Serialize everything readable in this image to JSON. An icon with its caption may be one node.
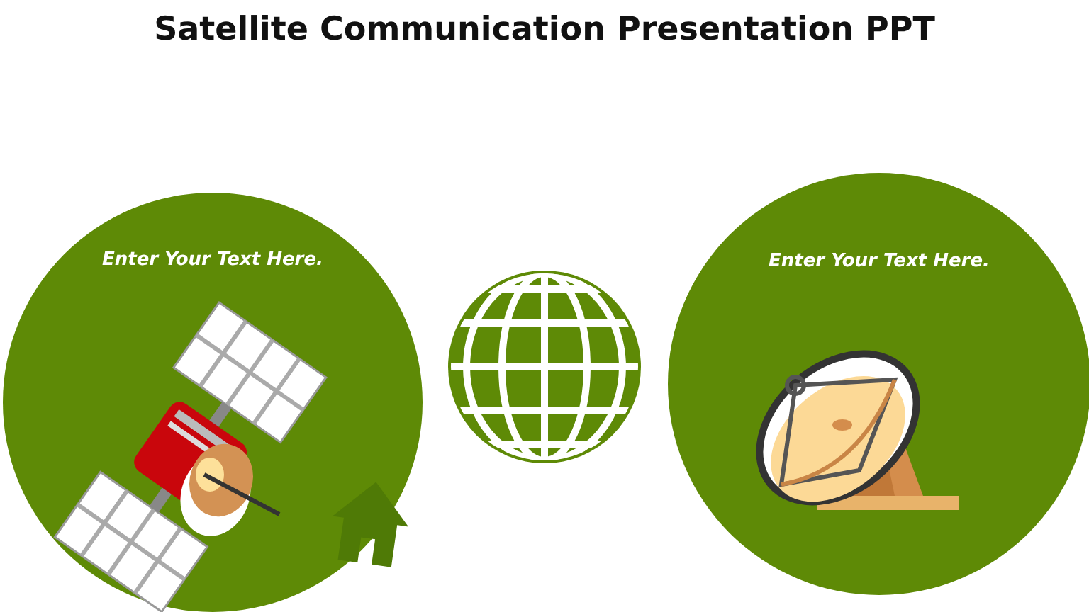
{
  "diagram": {
    "title": "Satellite Communication Presentation PPT",
    "nodes": [
      {
        "text": [
          "Enter Your Text Here."
        ]
      },
      {
        "text": [
          "Enter Your Text Here."
        ]
      }
    ]
  }
}
